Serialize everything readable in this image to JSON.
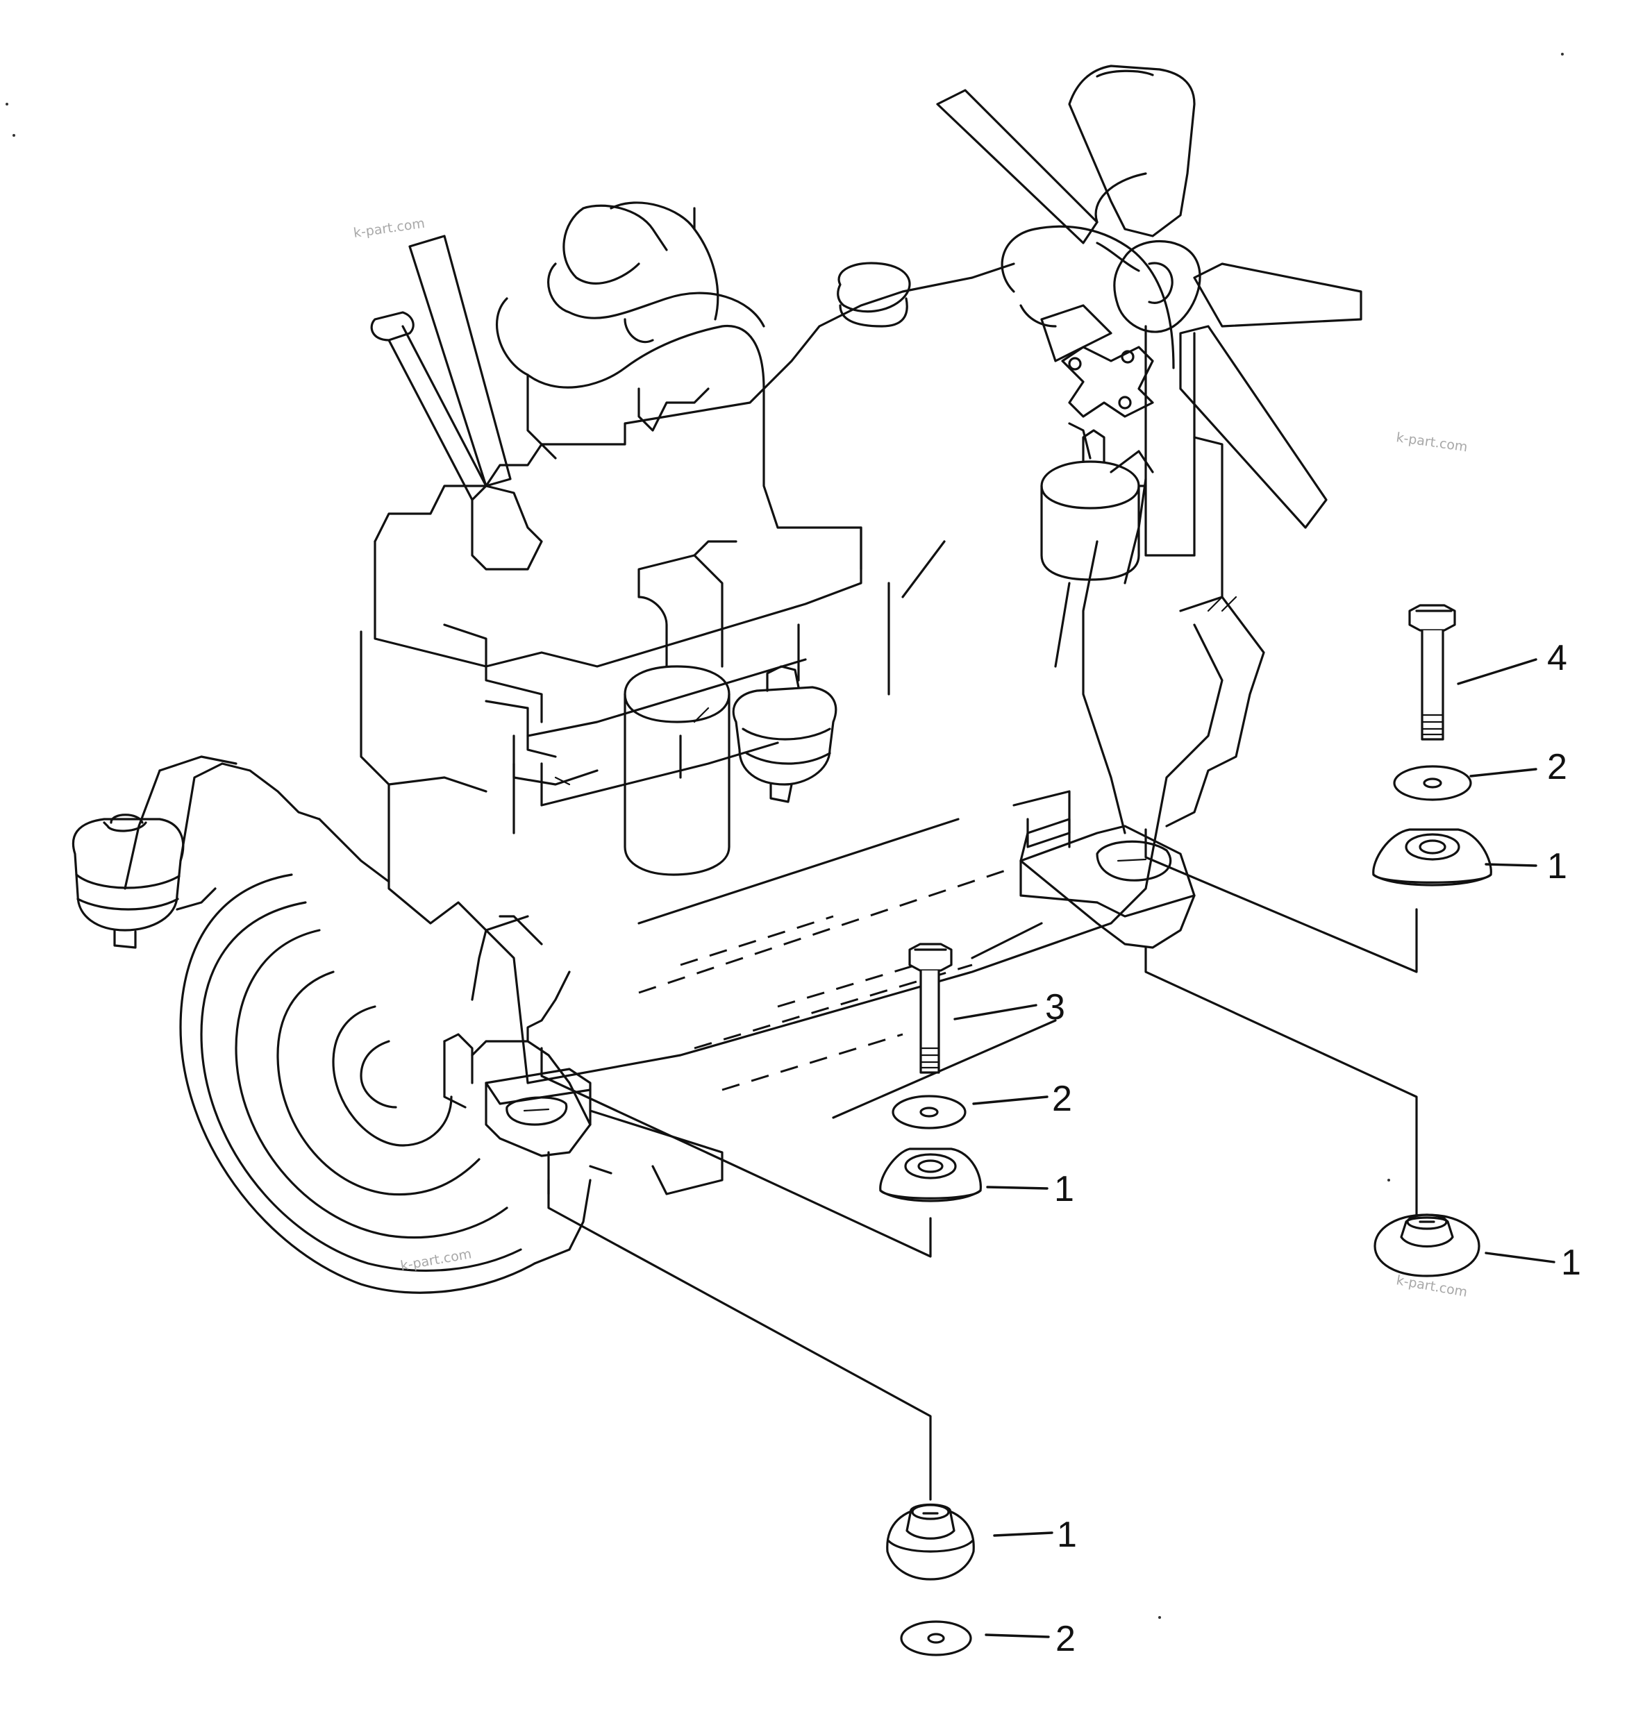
{
  "watermarks": [
    "k-part.com",
    "k-part.com",
    "k-part.com",
    "k-part.com"
  ],
  "callouts": {
    "bolt_right": "4",
    "washer_right": "2",
    "cushion_right_upper": "1",
    "bolt_center": "3",
    "washer_center": "2",
    "cushion_center": "1",
    "cushion_right_lower": "1",
    "cushion_bottom": "1",
    "washer_bottom": "2"
  }
}
